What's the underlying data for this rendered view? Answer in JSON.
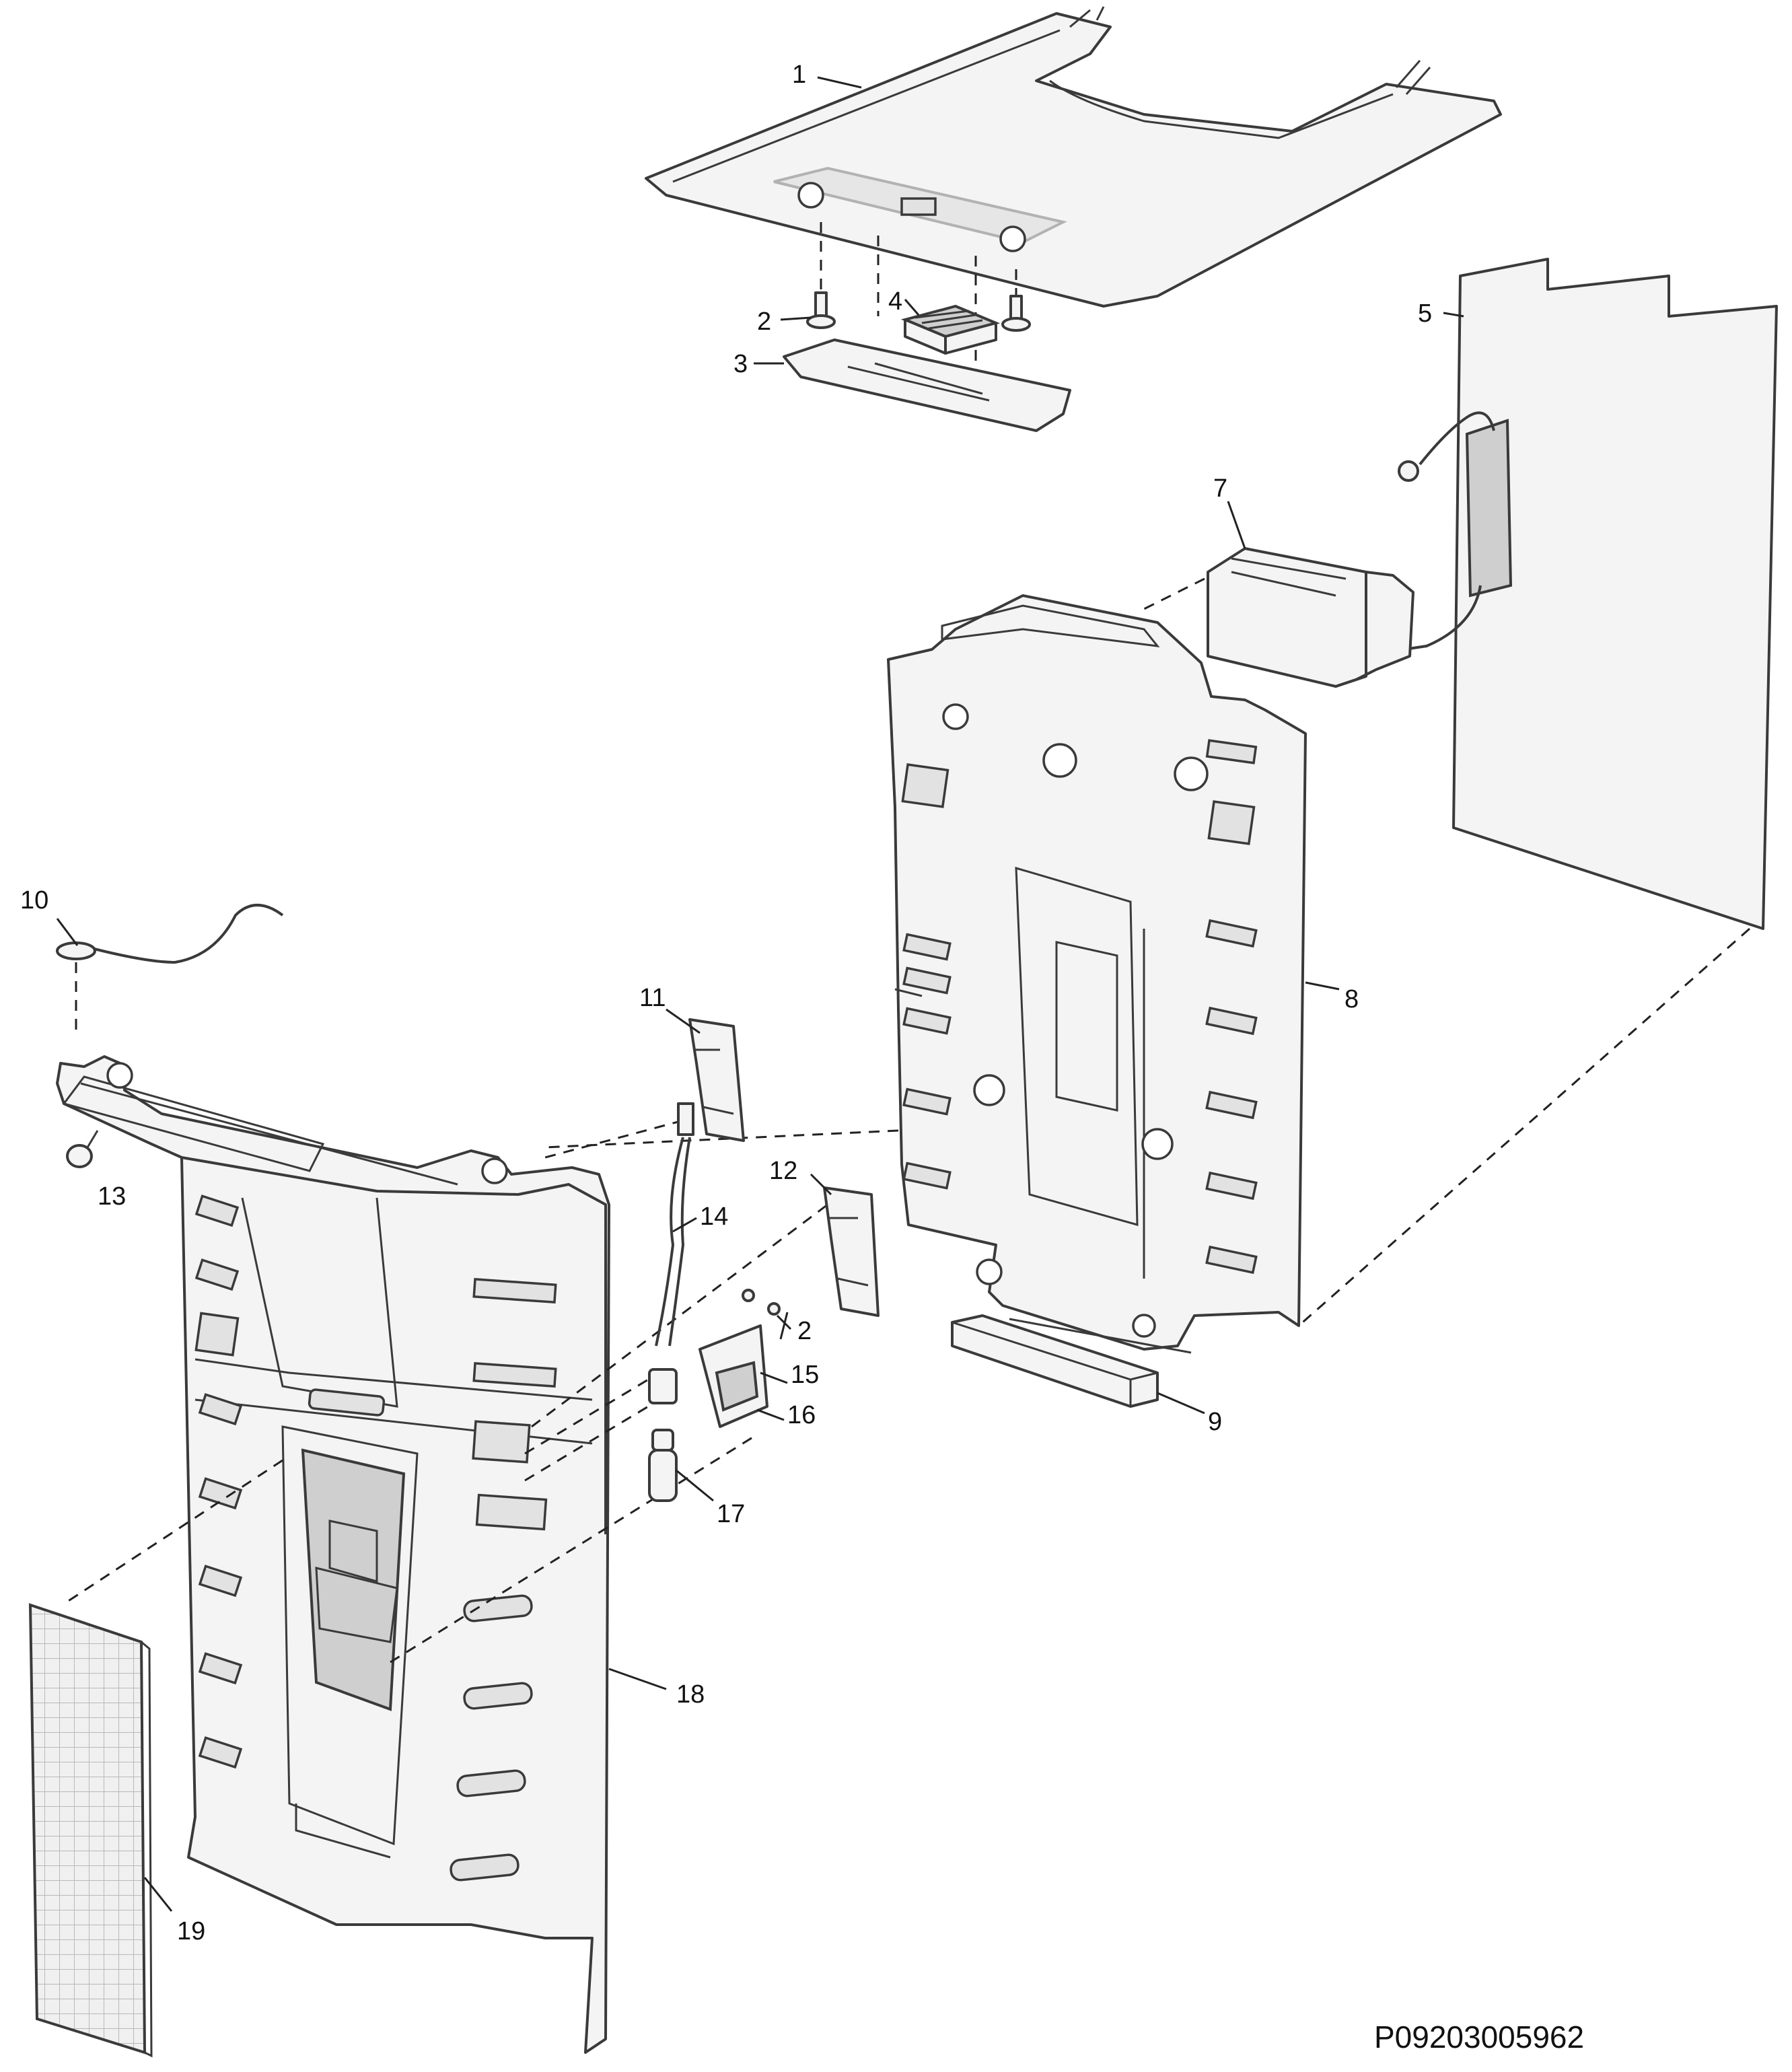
{
  "diagram": {
    "callouts": {
      "c1": "1",
      "c2a": "2",
      "c2b": "2",
      "c3": "3",
      "c4": "4",
      "c5": "5",
      "c7": "7",
      "c8": "8",
      "c9": "9",
      "c10": "10",
      "c11": "11",
      "c12": "12",
      "c13": "13",
      "c14": "14",
      "c15": "15",
      "c16": "16",
      "c17": "17",
      "c18": "18",
      "c19": "19"
    },
    "reference_code": "P09203005962"
  }
}
